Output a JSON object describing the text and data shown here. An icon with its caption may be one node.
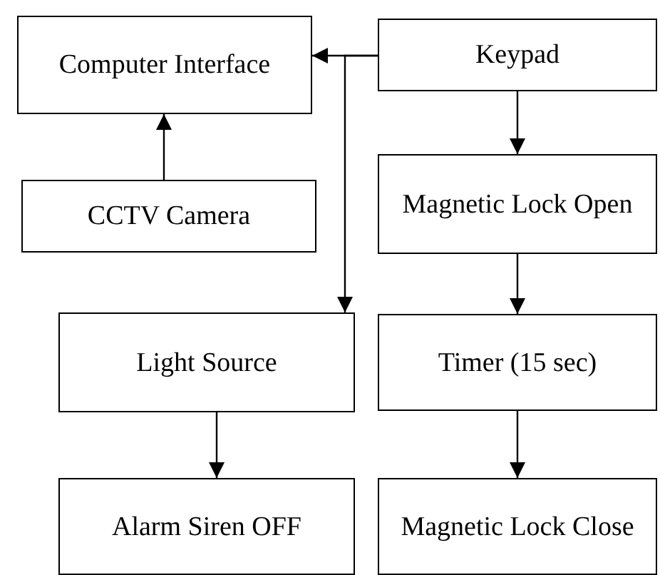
{
  "diagram": {
    "nodes": [
      {
        "text": [
          "Computer Interface"
        ]
      },
      {
        "text": [
          "Keypad"
        ]
      },
      {
        "text": [
          "CCTV Camera"
        ]
      },
      {
        "text": [
          "Magnetic Lock Open"
        ]
      },
      {
        "text": [
          "Light Source"
        ]
      },
      {
        "text": [
          "Timer (15 sec)"
        ]
      },
      {
        "text": [
          "Alarm Siren OFF"
        ]
      },
      {
        "text": [
          "Magnetic Lock Close"
        ]
      }
    ],
    "edges": [
      {
        "from": 1,
        "to": 0,
        "arrow": "to"
      },
      {
        "from": 1,
        "to": 4,
        "arrow": "to"
      },
      {
        "from": 2,
        "to": 0,
        "arrow": "to"
      },
      {
        "from": 1,
        "to": 3,
        "arrow": "to"
      },
      {
        "from": 3,
        "to": 5,
        "arrow": "to"
      },
      {
        "from": 5,
        "to": 7,
        "arrow": "to"
      },
      {
        "from": 4,
        "to": 6,
        "arrow": "to"
      }
    ]
  }
}
